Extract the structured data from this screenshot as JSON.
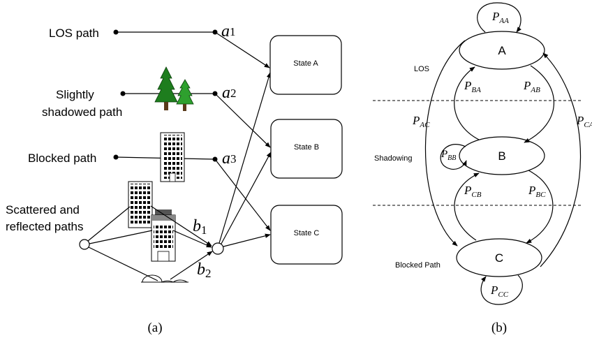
{
  "panel_a": {
    "caption": "(a)",
    "paths": {
      "los": "LOS path",
      "shadowed_1": "Slightly",
      "shadowed_2": "shadowed path",
      "blocked": "Blocked path",
      "scattered_1": "Scattered and",
      "scattered_2": "reflected paths"
    },
    "weights": {
      "a1": {
        "base": "a",
        "sub": "1"
      },
      "a2": {
        "base": "a",
        "sub": "2"
      },
      "a3": {
        "base": "a",
        "sub": "3"
      },
      "b1": {
        "base": "b",
        "sub": "1"
      },
      "b2": {
        "base": "b",
        "sub": "2"
      }
    },
    "states": {
      "a": "State A",
      "b": "State B",
      "c": "State C"
    }
  },
  "panel_b": {
    "caption": "(b)",
    "nodes": {
      "a": "A",
      "b": "B",
      "c": "C"
    },
    "regions": {
      "los": "LOS",
      "shadowing": "Shadowing",
      "blocked": "Blocked Path"
    },
    "transitions": {
      "aa": {
        "base": "P",
        "sub": "AA"
      },
      "ab": {
        "base": "P",
        "sub": "AB"
      },
      "ba": {
        "base": "P",
        "sub": "BA"
      },
      "ac": {
        "base": "P",
        "sub": "AC"
      },
      "ca": {
        "base": "P",
        "sub": "CA"
      },
      "bb": {
        "base": "P",
        "sub": "BB"
      },
      "bc": {
        "base": "P",
        "sub": "BC"
      },
      "cb": {
        "base": "P",
        "sub": "CB"
      },
      "cc": {
        "base": "P",
        "sub": "CC"
      }
    }
  }
}
